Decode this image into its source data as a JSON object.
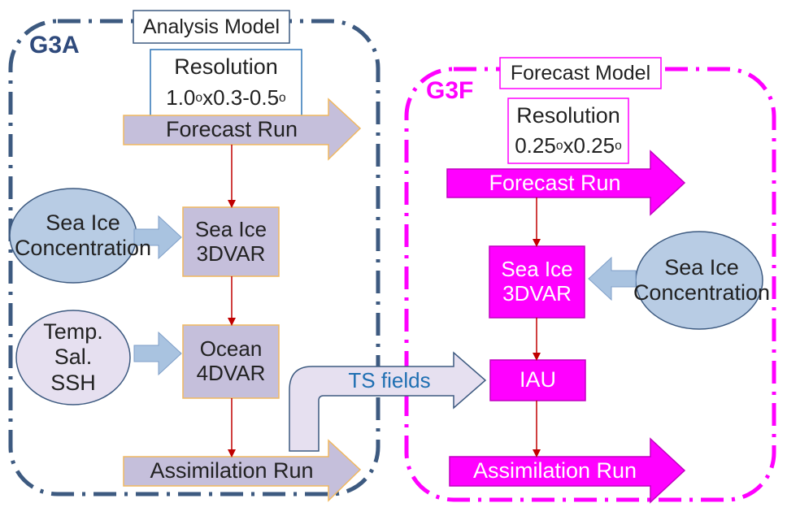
{
  "analysis": {
    "title": "Analysis Model",
    "code": "G3A",
    "resolution_label": "Resolution",
    "resolution": {
      "a": "1.0",
      "deg": "o",
      "b": "x0.3-0.5",
      "deg2": "o"
    },
    "forecast_run": "Forecast Run",
    "sic_input": {
      "line1": "Sea Ice",
      "line2": "Concentration"
    },
    "ts_input": {
      "line1": "Temp.",
      "line2": "Sal.",
      "line3": "SSH"
    },
    "seaice_3dvar": {
      "line1": "Sea Ice",
      "line2": "3DVAR"
    },
    "ocean_4dvar": {
      "line1": "Ocean",
      "line2": "4DVAR"
    },
    "assimilation_run": "Assimilation Run"
  },
  "forecast": {
    "title": "Forecast Model",
    "code": "G3F",
    "resolution_label": "Resolution",
    "resolution": {
      "a": "0.25",
      "deg": "o",
      "b": "x0.25",
      "deg2": "o"
    },
    "forecast_run": "Forecast Run",
    "seaice_3dvar": {
      "line1": "Sea Ice",
      "line2": "3DVAR"
    },
    "sic_input": {
      "line1": "Sea Ice",
      "line2": "Concentration"
    },
    "iau": "IAU",
    "assimilation_run": "Assimilation Run"
  },
  "link_label": "TS fields",
  "colors": {
    "navy": "#3d5a80",
    "magenta": "#ff00ff",
    "lavender": "#c5bfdb",
    "ellipse_blue": "#b8cce4",
    "ellipse_lavender": "#e6e0f0",
    "arrow_blue": "#a9c3e0",
    "red_arrow": "#c00000",
    "orange_border": "#f0b860",
    "link_text": "#1f6fb2"
  }
}
